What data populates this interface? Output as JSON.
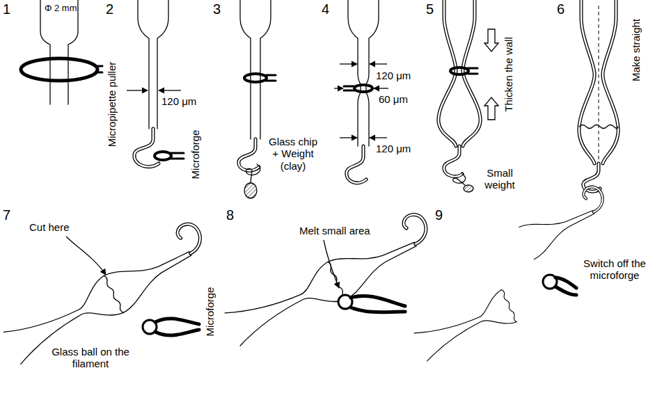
{
  "diagram": {
    "labels": [
      "1",
      "Φ 2 mm",
      "Micropipette puller",
      "2",
      "120 μm",
      "Microforge",
      "3",
      "Glass chip + Weight (clay)",
      "4",
      "120 μm",
      "60 μm",
      "120 μm",
      "5",
      "Thicken the wall",
      "Small weight",
      "6",
      "Make straight",
      "7",
      "Cut here",
      "Glass ball on the filament",
      "Microforge",
      "8",
      "Melt small area",
      "9",
      "Switch off the microforge"
    ]
  }
}
